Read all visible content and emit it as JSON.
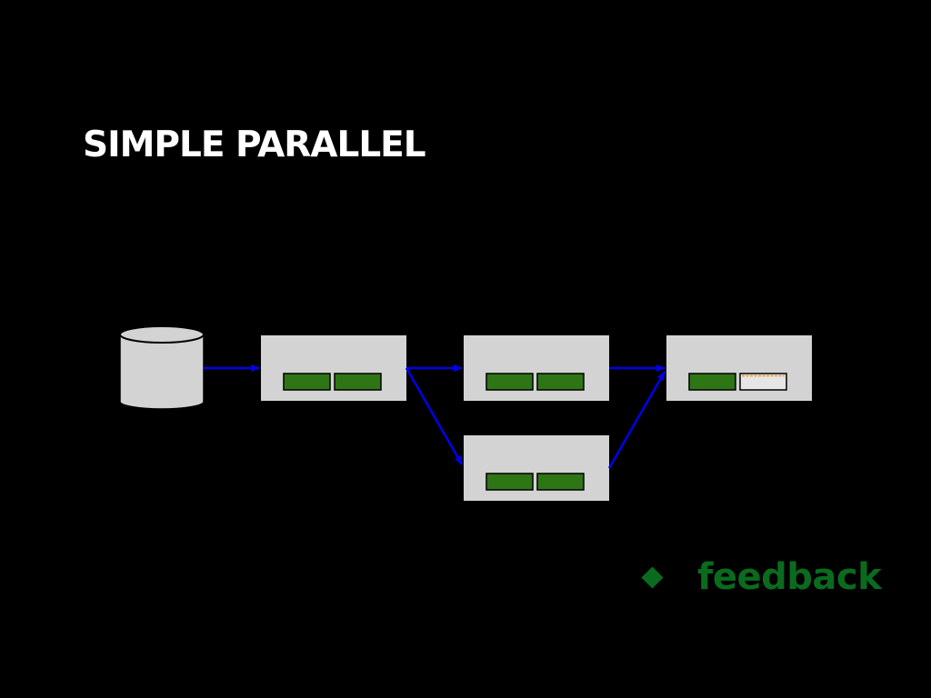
{
  "slide": {
    "title": "SIMPLE PARALLEL",
    "bullet_text": "feedback"
  },
  "colors": {
    "background": "#000000",
    "title": "#ffffff",
    "accent_green": "#0a6b1e",
    "box_fill": "#d3d3d3",
    "slot_fill_full": "#2e7516",
    "slot_fill_empty": "#e6e6e6",
    "slot_dashed_fill": "#e8922a",
    "arrow": "#0000ee"
  },
  "diagram": {
    "source": {
      "kind": "database",
      "icon": "database-cylinder-icon"
    },
    "stages": [
      {
        "id": "stage-1",
        "slots": [
          "full",
          "full"
        ]
      },
      {
        "id": "stage-2a",
        "slots": [
          "full",
          "full"
        ]
      },
      {
        "id": "stage-2b",
        "slots": [
          "full",
          "full"
        ]
      },
      {
        "id": "stage-3",
        "slots": [
          "full",
          "partial"
        ]
      }
    ],
    "edges": [
      [
        "source",
        "stage-1"
      ],
      [
        "stage-1",
        "stage-2a"
      ],
      [
        "stage-1",
        "stage-2b"
      ],
      [
        "stage-2a",
        "stage-3"
      ],
      [
        "stage-2b",
        "stage-3"
      ]
    ]
  }
}
